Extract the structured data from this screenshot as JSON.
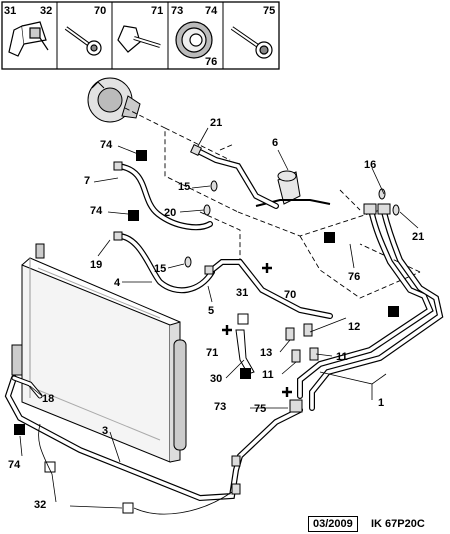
{
  "legend": {
    "cells": [
      {
        "labels": [
          "31",
          "32"
        ],
        "icon": "hose-clip-icon"
      },
      {
        "labels": [
          "70"
        ],
        "icon": "bolt-icon"
      },
      {
        "labels": [
          "71"
        ],
        "icon": "clip-bolt-icon"
      },
      {
        "labels": [
          "73",
          "74",
          "76"
        ],
        "icon": "grommet-icon"
      },
      {
        "labels": [
          "75"
        ],
        "icon": "flange-bolt-icon"
      }
    ]
  },
  "callouts": {
    "c21a": "21",
    "c6": "6",
    "c74a": "74",
    "c15a": "15",
    "c7": "7",
    "c74b": "74",
    "c20": "20",
    "c16": "16",
    "c21b": "21",
    "c19": "19",
    "c15b": "15",
    "c4": "4",
    "c5": "5",
    "c31": "31",
    "c70": "70",
    "c76": "76",
    "c12": "12",
    "c71": "71",
    "c13": "13",
    "c11a": "11",
    "c30": "30",
    "c11b": "11",
    "c73": "73",
    "c75": "75",
    "c1": "1",
    "c18": "18",
    "c3": "3",
    "c74c": "74",
    "c32": "32"
  },
  "reference": {
    "date": "03/2009",
    "code": "IK 67P20C"
  },
  "colors": {
    "line": "#000000",
    "fill": "#ffffff",
    "part_fill": "#dddddd"
  }
}
